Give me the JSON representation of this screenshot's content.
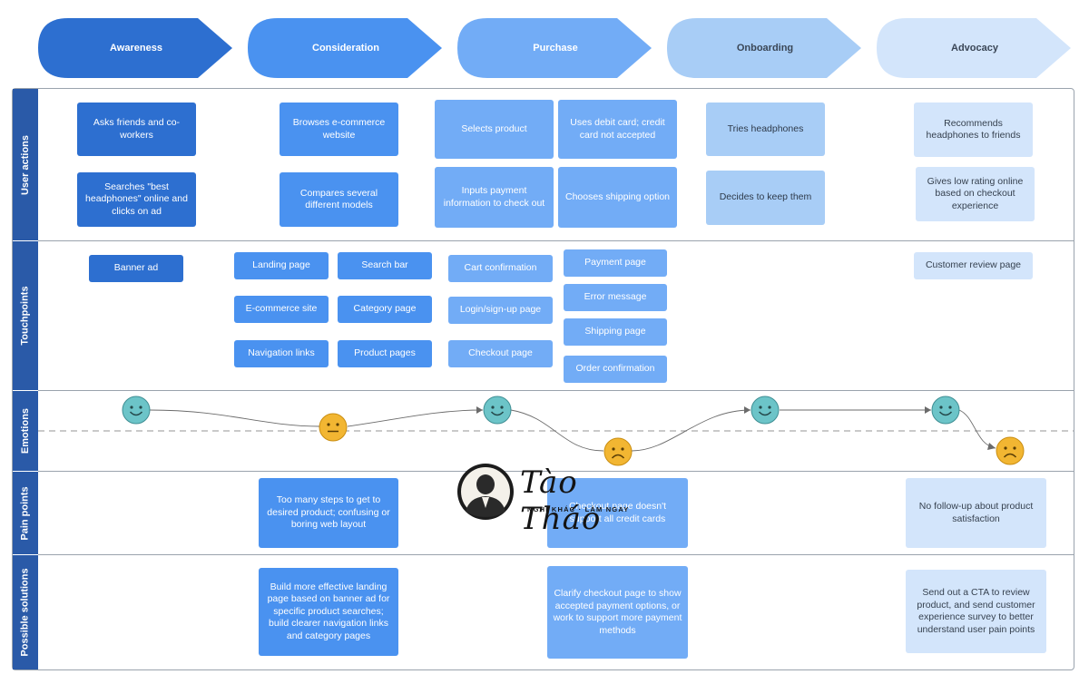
{
  "stages": [
    {
      "label": "Awareness",
      "fill": "#2d6fd0",
      "text_color": "#ffffff"
    },
    {
      "label": "Consideration",
      "fill": "#4a92f0",
      "text_color": "#ffffff"
    },
    {
      "label": "Purchase",
      "fill": "#72acf6",
      "text_color": "#ffffff"
    },
    {
      "label": "Onboarding",
      "fill": "#a8cdf6",
      "text_color": "#3a4656"
    },
    {
      "label": "Advocacy",
      "fill": "#d3e5fb",
      "text_color": "#3a4656"
    }
  ],
  "lanes": [
    "User actions",
    "Touchpoints",
    "Emotions",
    "Pain points",
    "Possible solutions"
  ],
  "user_actions": {
    "awareness": [
      "Asks friends and co-workers",
      "Searches \"best headphones\" online and clicks on ad"
    ],
    "consideration": [
      "Browses e-commerce website",
      "Compares several different models"
    ],
    "purchase": [
      "Selects product",
      "Uses debit card; credit card not accepted",
      "Inputs payment information to check out",
      "Chooses shipping option"
    ],
    "onboarding": [
      "Tries headphones",
      "Decides to keep them"
    ],
    "advocacy": [
      "Recommends headphones to friends",
      "Gives low rating online based on checkout experience"
    ]
  },
  "touchpoints": {
    "awareness": [
      "Banner ad"
    ],
    "consideration": [
      "Landing page",
      "Search bar",
      "E-commerce site",
      "Category page",
      "Navigation links",
      "Product pages"
    ],
    "purchase": [
      "Cart confirmation",
      "Payment page",
      "Login/sign-up page",
      "Error message",
      "Checkout page",
      "Shipping page",
      "Order confirmation"
    ],
    "advocacy": [
      "Customer review page"
    ]
  },
  "emotions": [
    {
      "stage": "Awareness",
      "mood": "happy",
      "icon": "happy-face-icon"
    },
    {
      "stage": "Consideration",
      "mood": "neutral",
      "icon": "neutral-face-icon"
    },
    {
      "stage": "Purchase",
      "mood": "happy",
      "icon": "happy-face-icon"
    },
    {
      "stage": "Purchase",
      "mood": "sad",
      "icon": "sad-face-icon"
    },
    {
      "stage": "Onboarding",
      "mood": "happy",
      "icon": "happy-face-icon"
    },
    {
      "stage": "Advocacy",
      "mood": "happy",
      "icon": "happy-face-icon"
    },
    {
      "stage": "Advocacy",
      "mood": "sad",
      "icon": "sad-face-icon"
    }
  ],
  "pain_points": {
    "consideration": "Too many steps to get to desired product; confusing or boring web layout",
    "purchase": "Checkout page doesn't support all credit cards",
    "advocacy": "No follow-up about product satisfaction"
  },
  "solutions": {
    "consideration": "Build more effective landing page based on banner ad for specific product searches; build clearer navigation links and category pages",
    "purchase": "Clarify checkout page to show accepted payment options, or work to support more payment methods",
    "advocacy": "Send out a CTA to review product, and send customer experience survey to better understand user pain points"
  },
  "watermark": {
    "name": "Tào Tháo",
    "tagline": "NGHĨ KHÁC · LÀM NGAY"
  },
  "colors": {
    "happy": "#6cc4c8",
    "neutral": "#f2b632",
    "sad": "#f2b632",
    "lane": "#2a5aa8"
  }
}
